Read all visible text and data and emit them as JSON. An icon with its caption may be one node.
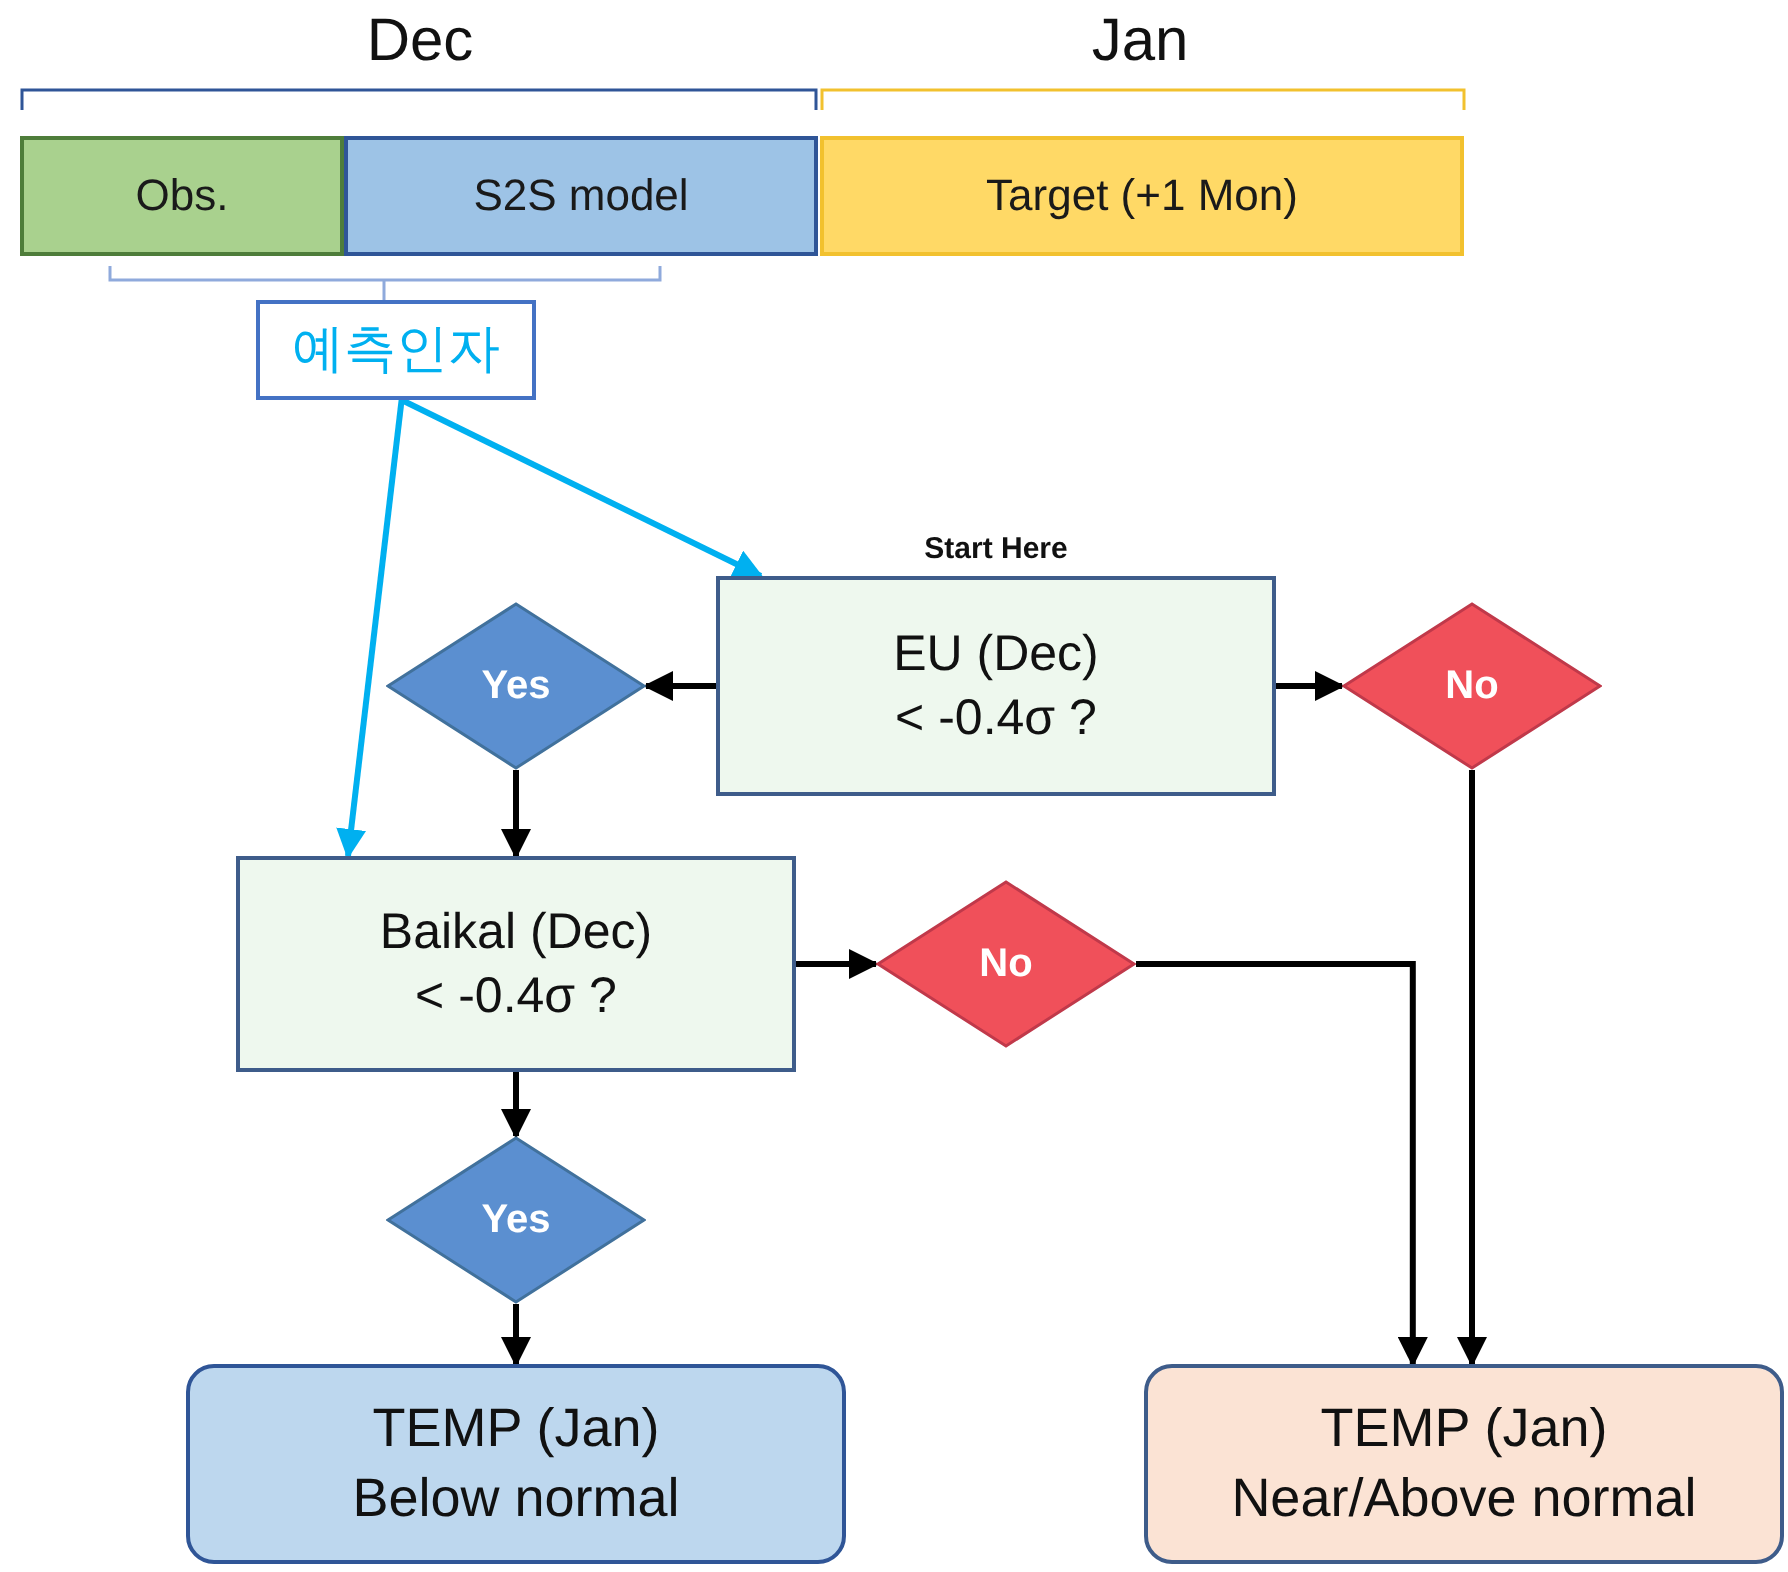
{
  "diagram": {
    "nodes": [
      {
        "text": [
          "Obs."
        ]
      },
      {
        "text": [
          "S2S model"
        ]
      },
      {
        "text": [
          "Target (+1 Mon)"
        ]
      },
      {
        "text": [
          "예측인자"
        ]
      },
      {
        "text": [
          "EU (Dec) < -0.4σ ?"
        ],
        "beside": [
          "Start Here"
        ]
      },
      {
        "text": [
          "Yes"
        ]
      },
      {
        "text": [
          "No"
        ]
      },
      {
        "text": [
          "Baikal (Dec) < -0.4σ ?"
        ]
      },
      {
        "text": [
          "No"
        ]
      },
      {
        "text": [
          "Yes"
        ]
      },
      {
        "text": [
          "TEMP (Jan) Below normal"
        ]
      },
      {
        "text": [
          "TEMP (Jan) Near/Above normal"
        ]
      }
    ],
    "edges": [
      {
        "from": 3,
        "to": 4,
        "arrow": "to",
        "color": "#00b0f0"
      },
      {
        "from": 3,
        "to": 7,
        "arrow": "to",
        "color": "#00b0f0"
      },
      {
        "from": 4,
        "to": 5,
        "arrow": "to"
      },
      {
        "from": 4,
        "to": 6,
        "arrow": "to"
      },
      {
        "from": 5,
        "to": 7,
        "arrow": "to"
      },
      {
        "from": 7,
        "to": 8,
        "arrow": "to"
      },
      {
        "from": 7,
        "to": 9,
        "arrow": "to"
      },
      {
        "from": 9,
        "to": 10,
        "arrow": "to"
      },
      {
        "from": 8,
        "to": 11,
        "arrow": "to"
      },
      {
        "from": 6,
        "to": 11,
        "arrow": "to"
      }
    ],
    "labels": [
      "Dec",
      "Jan"
    ]
  }
}
